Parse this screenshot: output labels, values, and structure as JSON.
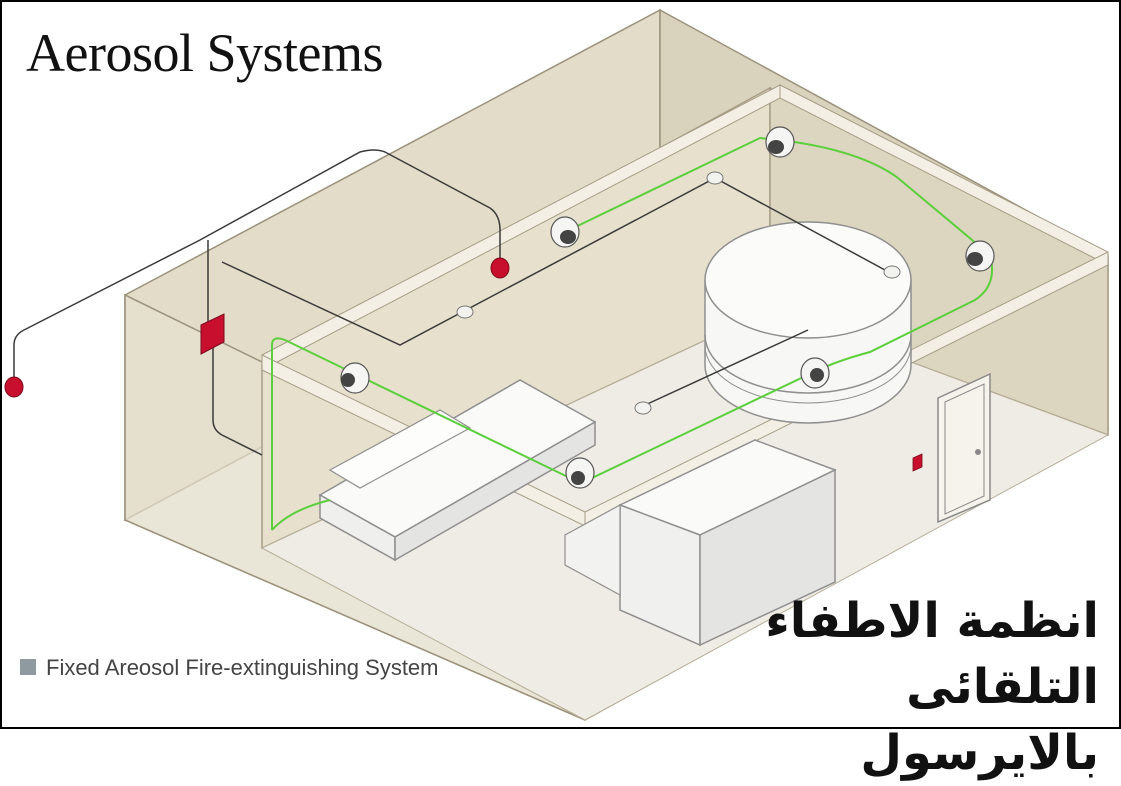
{
  "title": "Aerosol Systems",
  "arabic_title": {
    "line1": "انظمة الاطفاء",
    "line2": "التلقائى بالايرسول"
  },
  "legend": {
    "label": "Fixed Areosol Fire-extinguishing System",
    "swatch_color": "#8e9a9f"
  },
  "colors": {
    "wall": "#e3dcc9",
    "wall_edge": "#9c927c",
    "floor": "#ece8df",
    "aerosol_line": "#5ccf3c",
    "signal_line": "#3a3a3a",
    "alarm_red": "#c8102e"
  },
  "components": {
    "aerosol_generators": 6,
    "smoke_detectors": 4,
    "manual_call_points": 2,
    "control_panels": 1,
    "alarm_bells": 2
  }
}
